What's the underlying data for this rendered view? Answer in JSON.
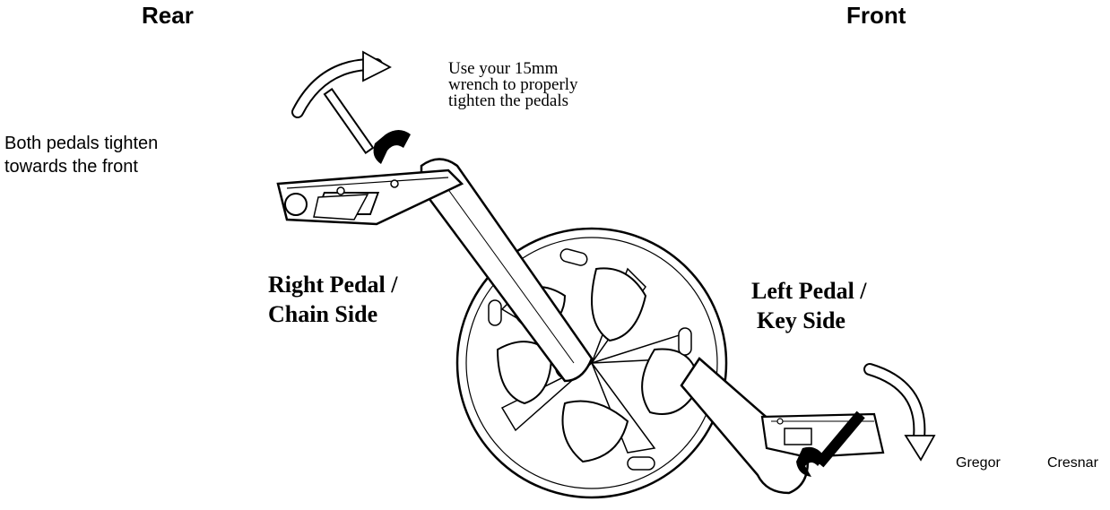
{
  "headers": {
    "rear": "Rear",
    "front": "Front"
  },
  "side_note": {
    "line1": "Both pedals tighten",
    "line2": "towards the front"
  },
  "wrench_note": {
    "line1": "Use your 15mm",
    "line2": "wrench to properly",
    "line3": "tighten the pedals"
  },
  "right_pedal": {
    "line1": "Right Pedal /",
    "line2": "Chain Side"
  },
  "left_pedal": {
    "line1": "Left Pedal /",
    "line2": "Key Side"
  },
  "credits": {
    "first": "Gregor",
    "last": "Cresnar"
  }
}
